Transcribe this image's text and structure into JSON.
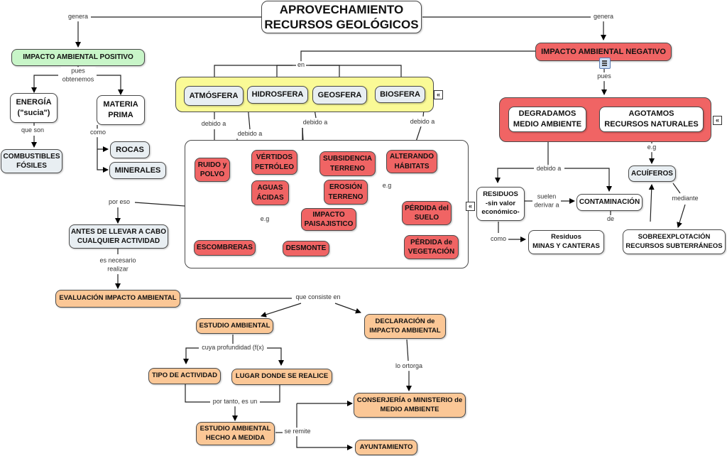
{
  "title": "APROVECHAMIENTO\nRECURSOS GEOLÓGICOS",
  "colors": {
    "positive": "#c8f5c8",
    "negative": "#f06464",
    "process": "#fbc796",
    "group_yellow": "#fafa96",
    "neutral": "#e8eef2"
  },
  "nodes": {
    "impacto_positivo": "IMPACTO AMBIENTAL POSITIVO",
    "impacto_negativo": "IMPACTO AMBIENTAL NEGATIVO",
    "energia": "ENERGÍA\n(\"sucia\")",
    "materia_prima": "MATERIA\nPRIMA",
    "combustibles": "COMBUSTIBLES\nFÓSILES",
    "rocas": "ROCAS",
    "minerales": "MINERALES",
    "atmosfera": "ATMÓSFERA",
    "hidrosfera": "HIDROSFERA",
    "geosfera": "GEOSFERA",
    "biosfera": "BIOSFERA",
    "ruido": "RUIDO y\nPOLVO",
    "vertidos": "VÉRTIDOS\nPETRÓLEO",
    "aguas": "AGUAS\nÁCIDAS",
    "subsidencia": "SUBSIDENCIA\nTERRENO",
    "erosion": "EROSIÓN\nTERRENO",
    "impacto_paisajistico": "IMPACTO\nPAISAJISTICO",
    "escombreras": "ESCOMBRERAS",
    "desmonte": "DESMONTE",
    "alterando": "ALTERANDO\nHÁBITATS",
    "perdida_suelo": "PÉRDIDA del\nSUELO",
    "perdida_vegetacion": "PÉRDIDA de\nVEGETACIÓN",
    "degradamos": "DEGRADAMOS\nMEDIO AMBIENTE",
    "agotamos": "AGOTAMOS\nRECURSOS NATURALES",
    "acuiferos": "ACUÍFEROS",
    "residuos": "RESIDUOS\n-sin valor\neconómico-",
    "contaminacion": "CONTAMINACIÓN",
    "residuos_minas": "Residuos\nMINAS Y CANTERAS",
    "sobreexplotacion": "SOBREEXPLOTACIÓN\nRECURSOS SUBTERRÁNEOS",
    "antes": "ANTES DE LLEVAR A CABO\nCUALQUIER ACTIVIDAD",
    "evaluacion": "EVALUACIÓN IMPACTO AMBIENTAL",
    "estudio": "ESTUDIO AMBIENTAL",
    "declaracion": "DECLARACIÓN de\nIMPACTO AMBIENTAL",
    "tipo": "TIPO DE ACTIVIDAD",
    "lugar": "LUGAR DONDE SE REALICE",
    "conserjeria": "CONSERJERÍA o MINISTERIO de\nMEDIO AMBIENTE",
    "estudio_medida": "ESTUDIO AMBIENTAL\nHECHO A MEDIDA",
    "ayuntamiento": "AYUNTAMIENTO"
  },
  "links": {
    "genera_left": "genera",
    "genera_right": "genera",
    "pues_obtenemos": "pues\nobtenemos",
    "que_son": "que son",
    "como_rocas": "como",
    "en": "en",
    "pues": "pues",
    "debido_atm": "debido a",
    "debido_hid": "debido a",
    "debido_geo": "debido a",
    "debido_bio": "debido a",
    "eg_paisaje": "e.g",
    "eg_habitats": "e.g",
    "eg_acuiferos": "e.g",
    "debido_degradamos": "debido a",
    "suelen_derivar": "suelen\nderivar a",
    "de": "de",
    "como_residuos": "como",
    "mediante": "mediante",
    "por_eso": "por eso",
    "es_necesario": "es necesario\nrealizar",
    "que_consiste": "que consiste en",
    "cuya_profundidad": "cuya profundidad (f(x)",
    "lo_ortorga": "lo ortorga",
    "por_tanto": "por tanto, es un",
    "se_remite": "se remite"
  },
  "icons": {
    "collapse": "«"
  }
}
